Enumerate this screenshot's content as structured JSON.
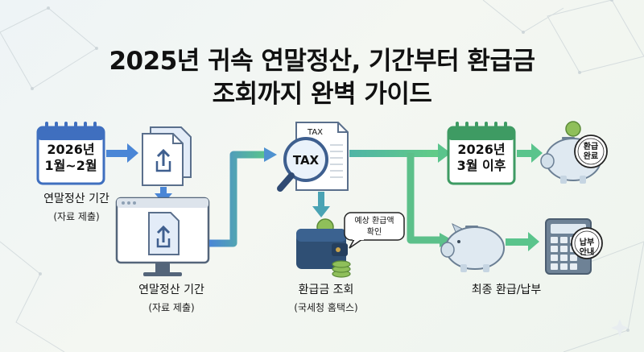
{
  "title": {
    "line1": "2025년 귀속 연말정산, 기간부터 환급금",
    "line2": "조회까지 완벽 가이드"
  },
  "steps": {
    "calendar_start": {
      "line1": "2026년",
      "line2": "1월~2월"
    },
    "period_label": "연말정산 기간",
    "period_sub": "(자료 제출)",
    "computer_label": "연말정산 기간",
    "computer_sub": "(자료 제출)",
    "tax_doc_text": "TAX",
    "magnifier_text": "TAX",
    "bubble_line1": "예상 환급액",
    "bubble_line2": "확인",
    "refund_label": "환급금 조회",
    "refund_sub": "(국세청 홈택스)",
    "calendar_end": {
      "line1": "2026년",
      "line2": "3월 이후"
    },
    "stamp_done_line1": "환급",
    "stamp_done_line2": "완료",
    "stamp_pay_line1": "납부",
    "stamp_pay_line2": "안내",
    "final_label": "최종 환급/납부"
  },
  "colors": {
    "arrow_blue": "#4a86d6",
    "arrow_green": "#5ac48c",
    "calendar_blue": "#3f6fbf",
    "calendar_green": "#3e9b63"
  }
}
